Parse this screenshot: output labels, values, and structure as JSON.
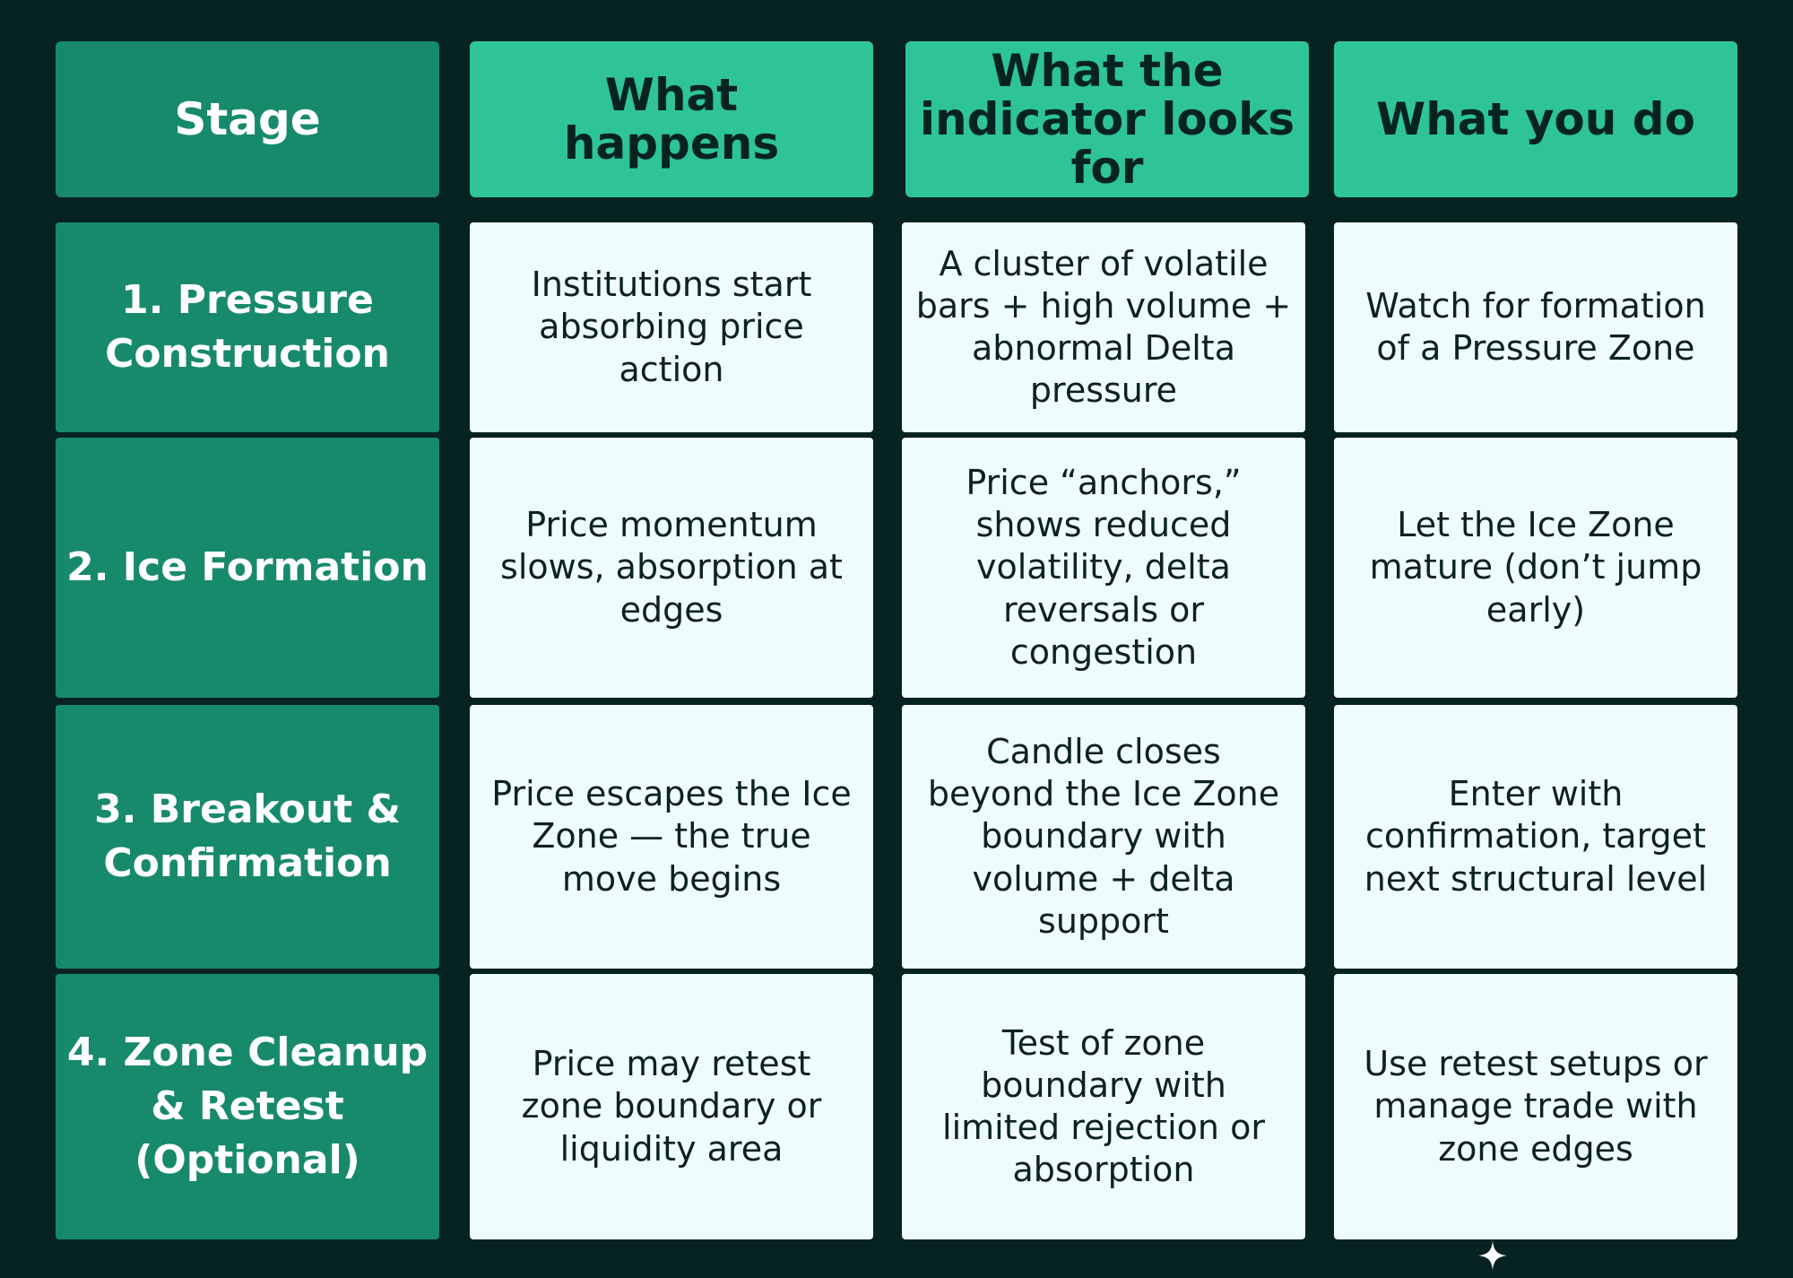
{
  "table": {
    "headers": [
      "Stage",
      "What\nhappens",
      "What the\nindicator looks\nfor",
      "What you do"
    ],
    "rows": [
      {
        "stage": "1. Pressure\nConstruction",
        "what_happens": "Institutions start\nabsorbing price\naction",
        "indicator": "A cluster of volatile\nbars + high volume +\nabnormal Delta\npressure",
        "what_you_do": "Watch for formation\nof a Pressure Zone"
      },
      {
        "stage": "2. Ice Formation",
        "what_happens": "Price momentum\nslows, absorption at\nedges",
        "indicator": "Price “anchors,”\nshows reduced\nvolatility, delta\nreversals or\ncongestion",
        "what_you_do": "Let the Ice Zone\nmature (don’t jump\nearly)"
      },
      {
        "stage": "3. Breakout &\nConfirmation",
        "what_happens": "Price escapes the Ice\nZone — the true\nmove begins",
        "indicator": "Candle closes\nbeyond the Ice Zone\nboundary with\nvolume + delta\nsupport",
        "what_you_do": "Enter with\nconfirmation, target\nnext structural level"
      },
      {
        "stage": "4. Zone Cleanup\n& Retest\n(Optional)",
        "what_happens": "Price may retest\nzone boundary or\nliquidity area",
        "indicator": "Test of zone\nboundary with\nlimited rejection or\nabsorption",
        "what_you_do": "Use retest setups or\nmanage trade with\nzone edges"
      }
    ]
  },
  "colors": {
    "background": "#062322",
    "stage_column": "#188a6c",
    "header": "#2ec497",
    "body_cell": "#effcfc"
  },
  "icons": {
    "corner": "sparkle-icon"
  }
}
